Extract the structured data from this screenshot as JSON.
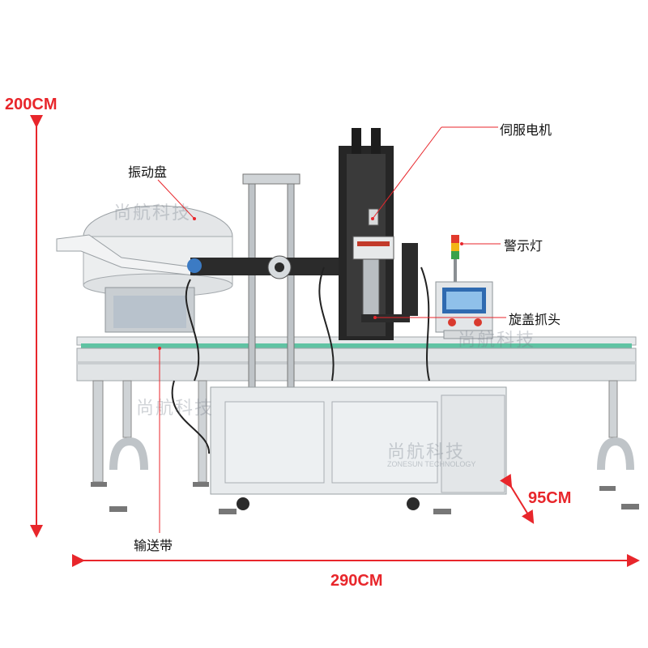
{
  "dimensions": {
    "height": "200CM",
    "depth": "95CM",
    "width": "290CM"
  },
  "callouts": {
    "vibration_bowl": "振动盘",
    "servo_motor": "伺服电机",
    "warning_light": "警示灯",
    "capping_head": "旋盖抓头",
    "conveyor": "输送带"
  },
  "watermarks": {
    "brand_cn": "尚航科技",
    "brand_en": "ZONESUN TECHNOLOGY"
  },
  "colors": {
    "dimension": "#e8262b",
    "frame": "#d9dde0",
    "dark_frame": "#2b2b2b",
    "belt": "#5fc3a3"
  }
}
